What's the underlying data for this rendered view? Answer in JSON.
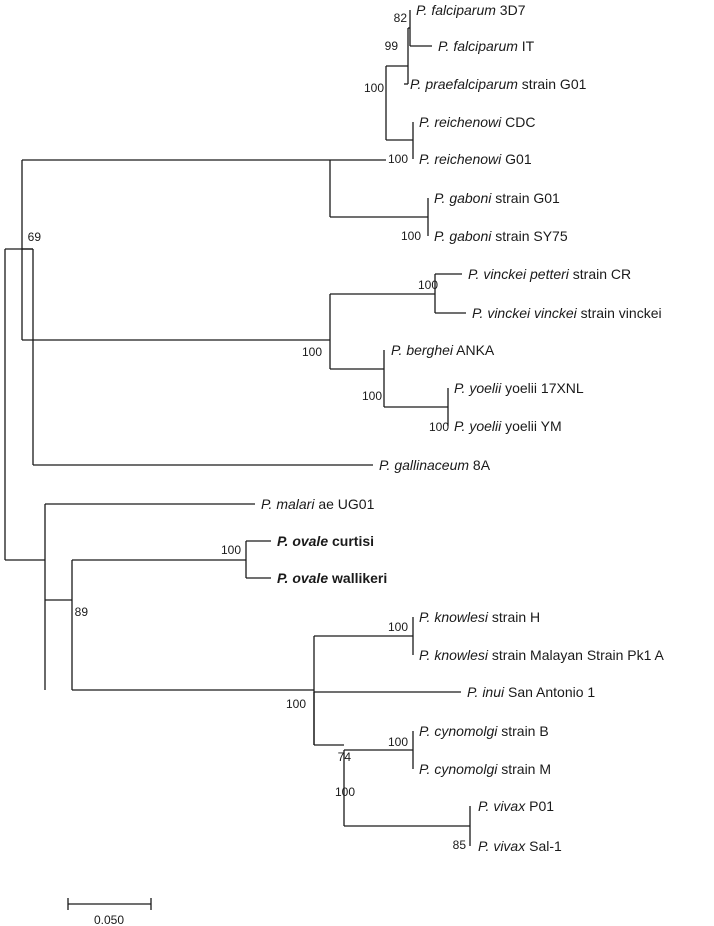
{
  "taxa": [
    {
      "italic": "P. falciparum",
      "rest": " 3D7",
      "bold": false
    },
    {
      "italic": "P. falciparum",
      "rest": " IT",
      "bold": false
    },
    {
      "italic": "P. praefalciparum",
      "rest": " strain G01",
      "bold": false
    },
    {
      "italic": "P. reichenowi",
      "rest": " CDC",
      "bold": false
    },
    {
      "italic": "P. reichenowi",
      "rest": " G01",
      "bold": false
    },
    {
      "italic": "P. gaboni",
      "rest": " strain G01",
      "bold": false
    },
    {
      "italic": "P. gaboni",
      "rest": " strain SY75",
      "bold": false
    },
    {
      "italic": "P. vinckei petteri",
      "rest": " strain CR",
      "bold": false
    },
    {
      "italic": "P. vinckei vinckei",
      "rest": " strain vinckei",
      "bold": false
    },
    {
      "italic": "P. berghei",
      "rest": " ANKA",
      "bold": false
    },
    {
      "italic": "P. yoelii",
      "rest": " yoelii 17XNL",
      "bold": false
    },
    {
      "italic": "P. yoelii",
      "rest": " yoelii YM",
      "bold": false
    },
    {
      "italic": "P. gallinaceum",
      "rest": " 8A",
      "bold": false
    },
    {
      "italic": "P. malari",
      "rest": " ae UG01",
      "bold": false
    },
    {
      "italic": "P. ovale",
      "rest": " curtisi",
      "bold": true
    },
    {
      "italic": "P. ovale",
      "rest": " wallikeri",
      "bold": true
    },
    {
      "italic": "P. knowlesi",
      "rest": " strain H",
      "bold": false
    },
    {
      "italic": "P. knowlesi",
      "rest": " strain Malayan Strain Pk1 A",
      "bold": false
    },
    {
      "italic": "P. inui",
      "rest": " San Antonio 1",
      "bold": false
    },
    {
      "italic": "P. cynomolgi",
      "rest": " strain B",
      "bold": false
    },
    {
      "italic": "P. cynomolgi",
      "rest": " strain M",
      "bold": false
    },
    {
      "italic": "P. vivax",
      "rest": " P01",
      "bold": false
    },
    {
      "italic": "P. vivax",
      "rest": " Sal-1",
      "bold": false
    }
  ],
  "bootstrap": [
    "82",
    "99",
    "100",
    "100",
    "100",
    "69",
    "100",
    "100",
    "100",
    "100",
    "100",
    "89",
    "100",
    "100",
    "85",
    "74",
    "100",
    "100"
  ],
  "scale_bar": {
    "label": "0.050"
  }
}
